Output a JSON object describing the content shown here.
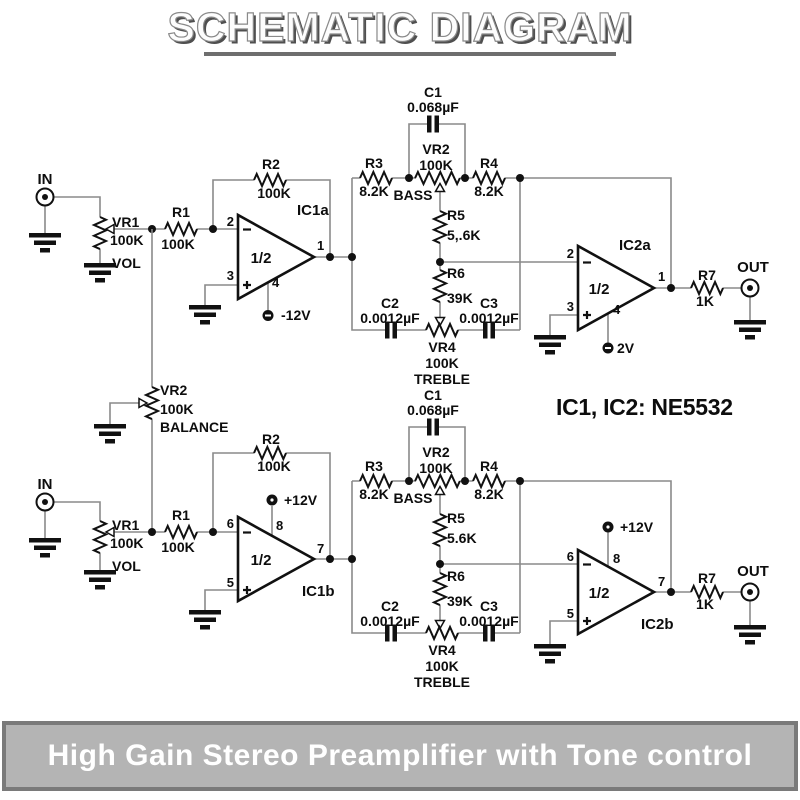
{
  "title": "SCHEMATIC DIAGRAM",
  "footer": "High Gain Stereo Preamplifier with Tone control",
  "note": "IC1, IC2: NE5532",
  "colors": {
    "background": "#ffffff",
    "wire": "#8a8a8a",
    "symbol": "#111111",
    "banner_bg": "#b4b4b4",
    "banner_border": "#7a7a7a",
    "banner_text": "#ffffff",
    "title_fill": "#fdfdfd",
    "title_shadow": "#4f4f4f"
  },
  "balance": {
    "n": "VR2",
    "v": "100K",
    "f": "BALANCE"
  },
  "channels": [
    {
      "in": "IN",
      "out": "OUT",
      "vr1": {
        "n": "VR1",
        "v": "100K",
        "f": "VOL"
      },
      "r1": {
        "n": "R1",
        "v": "100K"
      },
      "r2": {
        "n": "R2",
        "v": "100K"
      },
      "r3": {
        "n": "R3",
        "v": "8.2K"
      },
      "r4": {
        "n": "R4",
        "v": "8.2K"
      },
      "r5": {
        "n": "R5",
        "v": "5,.6K"
      },
      "r6": {
        "n": "R6",
        "v": "39K"
      },
      "r7": {
        "n": "R7",
        "v": "1K"
      },
      "c1": {
        "n": "C1",
        "v": "0.068µF"
      },
      "c2": {
        "n": "C2",
        "v": "0.0012µF"
      },
      "c3": {
        "n": "C3",
        "v": "0.0012µF"
      },
      "vr2": {
        "n": "VR2",
        "v": "100K",
        "f": "BASS"
      },
      "vr4": {
        "n": "VR4",
        "v": "100K",
        "f": "TREBLE"
      },
      "ic1": {
        "n": "IC1a",
        "h": "1/2",
        "inv": "2",
        "nin": "3",
        "o": "1",
        "p": "4",
        "pw": "-12V"
      },
      "ic2": {
        "n": "IC2a",
        "h": "1/2",
        "inv": "2",
        "nin": "3",
        "o": "1",
        "p": "4",
        "pw": "2V"
      }
    },
    {
      "in": "IN",
      "out": "OUT",
      "vr1": {
        "n": "VR1",
        "v": "100K",
        "f": "VOL"
      },
      "r1": {
        "n": "R1",
        "v": "100K"
      },
      "r2": {
        "n": "R2",
        "v": "100K"
      },
      "r3": {
        "n": "R3",
        "v": "8.2K"
      },
      "r4": {
        "n": "R4",
        "v": "8.2K"
      },
      "r5": {
        "n": "R5",
        "v": "5.6K"
      },
      "r6": {
        "n": "R6",
        "v": "39K"
      },
      "r7": {
        "n": "R7",
        "v": "1K"
      },
      "c1": {
        "n": "C1",
        "v": "0.068µF"
      },
      "c2": {
        "n": "C2",
        "v": "0.0012µF"
      },
      "c3": {
        "n": "C3",
        "v": "0.0012µF"
      },
      "vr2": {
        "n": "VR2",
        "v": "100K",
        "f": "BASS"
      },
      "vr4": {
        "n": "VR4",
        "v": "100K",
        "f": "TREBLE"
      },
      "ic1": {
        "n": "IC1b",
        "h": "1/2",
        "inv": "6",
        "nin": "5",
        "o": "7",
        "p": "8",
        "pw": "+12V"
      },
      "ic2": {
        "n": "IC2b",
        "h": "1/2",
        "inv": "6",
        "nin": "5",
        "o": "7",
        "p": "8",
        "pw": "+12V"
      }
    }
  ]
}
